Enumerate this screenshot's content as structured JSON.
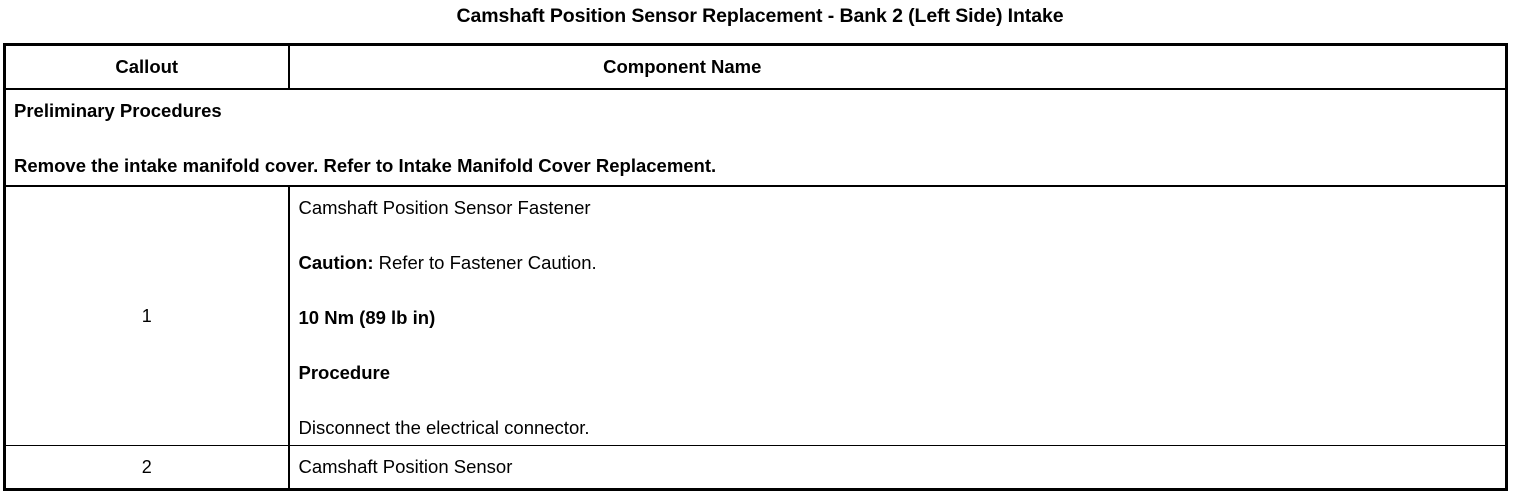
{
  "document": {
    "title": "Camshaft Position Sensor Replacement - Bank 2 (Left Side) Intake"
  },
  "table": {
    "headers": {
      "callout": "Callout",
      "component_name": "Component Name"
    },
    "preliminary": {
      "heading": "Preliminary Procedures",
      "step": "Remove the intake manifold cover. Refer to Intake Manifold Cover Replacement."
    },
    "rows": [
      {
        "callout": "1",
        "lines": [
          {
            "text": "Camshaft Position Sensor Fastener"
          },
          {
            "lead": "Caution:",
            "text": " Refer to Fastener Caution."
          },
          {
            "text": "10 Nm (89 lb in)"
          },
          {
            "text": "Procedure"
          },
          {
            "text": "Disconnect the electrical connector."
          }
        ]
      },
      {
        "callout": "2",
        "lines": [
          {
            "text": "Camshaft Position Sensor"
          }
        ]
      }
    ]
  },
  "colors": {
    "background": "#ffffff",
    "text": "#000000",
    "border": "#000000"
  }
}
